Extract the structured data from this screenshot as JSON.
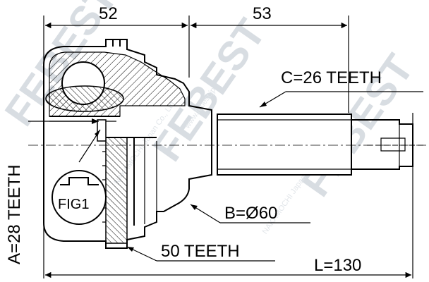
{
  "dimensions": {
    "top_left": "52",
    "top_right": "53",
    "spline_c": "C=26 TEETH",
    "spline_a": "A=28 TEETH",
    "diameter_b": "B=Ø60",
    "abs_teeth": "50 TEETH",
    "length": "L=130"
  },
  "figure_label": "FIG1",
  "watermark": {
    "brand": "FEBEST",
    "company": "NAKAMOCHI Japan Co., Ltd",
    "url": "www.febest.jp"
  },
  "colors": {
    "line": "#000000",
    "watermark": "#d8dde2",
    "background": "#ffffff"
  }
}
